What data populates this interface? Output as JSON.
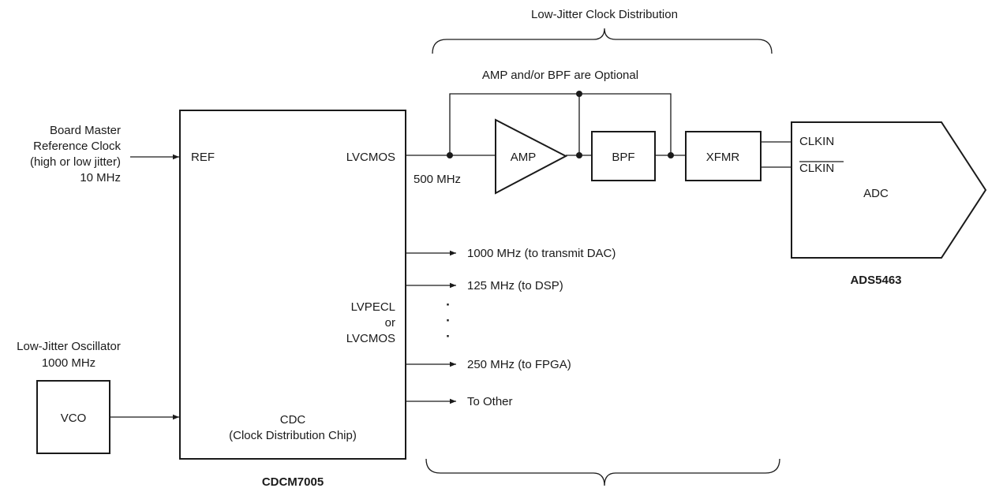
{
  "top_title": "Low-Jitter Clock Distribution",
  "optional_note": "AMP and/or BPF are Optional",
  "reference_input": {
    "line1": "Board Master",
    "line2": "Reference Clock",
    "line3": "(high or low jitter)",
    "line4": "10 MHz"
  },
  "oscillator": {
    "line1": "Low-Jitter Oscillator",
    "line2": "1000 MHz",
    "block_label": "VCO"
  },
  "cdc_chip": {
    "ref_pin": "REF",
    "lvcmos_pin": "LVCMOS",
    "lvpecl_line1": "LVPECL",
    "lvpecl_line2": "or",
    "lvpecl_line3": "LVCMOS",
    "name_line1": "CDC",
    "name_line2": "(Clock Distribution Chip)",
    "part_number": "CDCM7005"
  },
  "freq_500": "500 MHz",
  "amp_label": "AMP",
  "bpf_label": "BPF",
  "xfmr_label": "XFMR",
  "adc": {
    "clkin": "CLKIN",
    "clkin_bar": "CLKIN",
    "label": "ADC",
    "part_number": "ADS5463"
  },
  "outputs": {
    "out1": "1000 MHz (to transmit DAC)",
    "out2": "125 MHz (to DSP)",
    "out3": "250 MHz (to FPGA)",
    "out4": "To Other"
  },
  "ellipsis_dots": [
    "·",
    "·",
    "·"
  ]
}
